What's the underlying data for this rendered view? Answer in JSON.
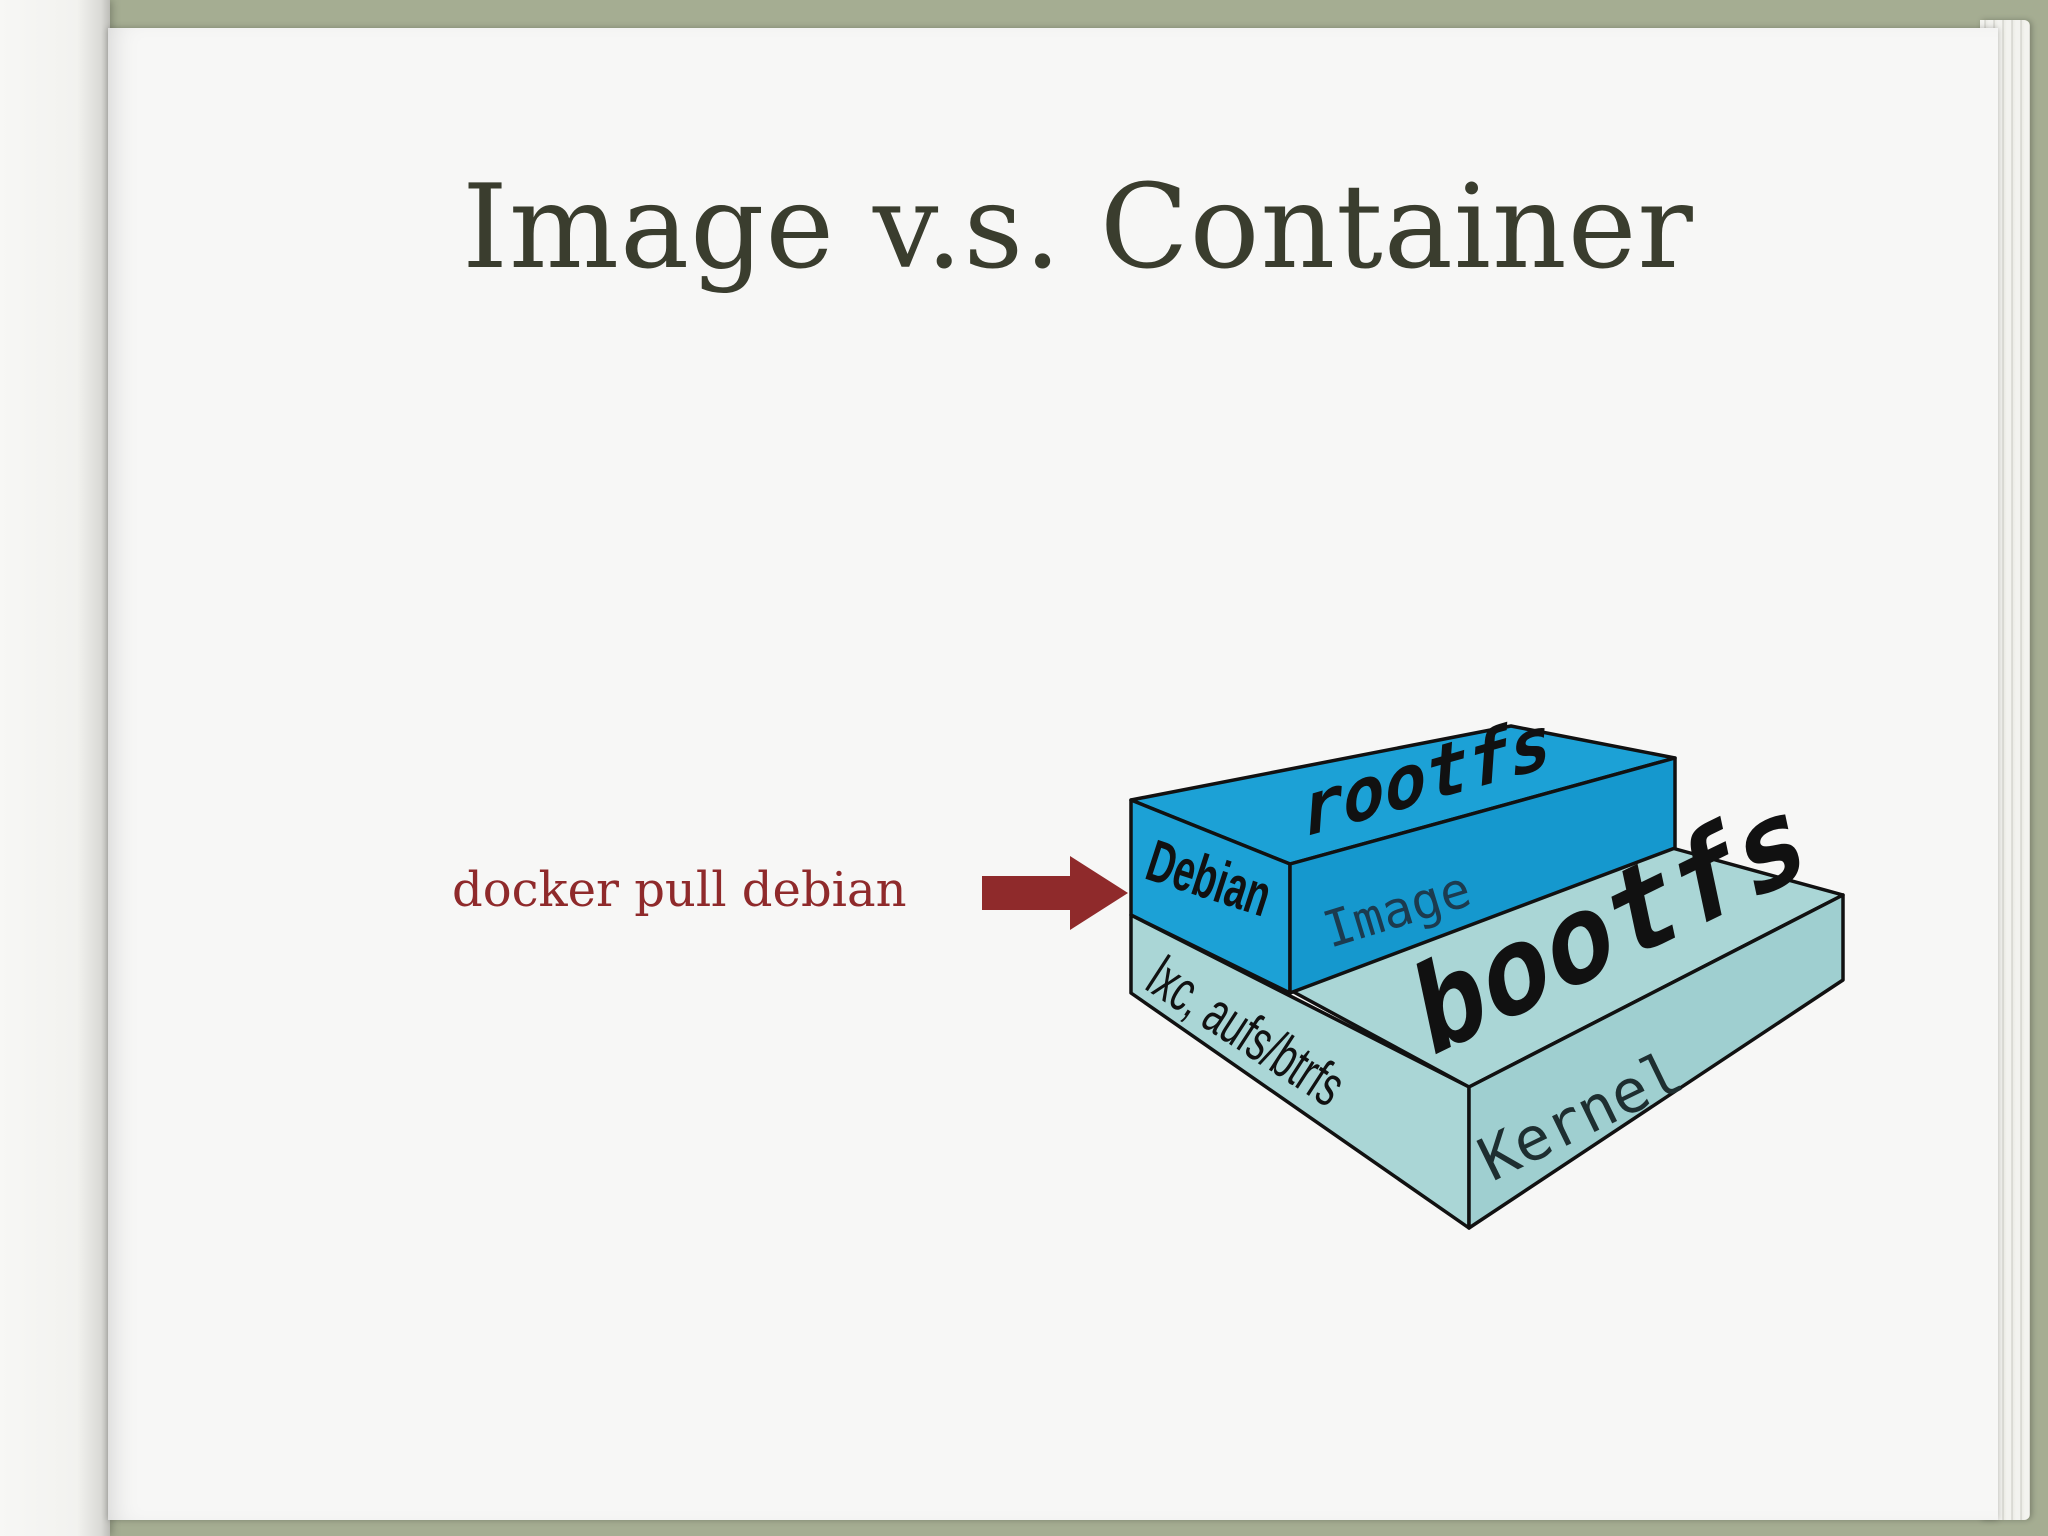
{
  "slide": {
    "title": "Image v.s. Container",
    "command": "docker pull debian"
  },
  "diagram": {
    "layers": [
      {
        "top_label": "rootfs",
        "side_label": "Debian",
        "front_label": "Image",
        "color": "#1ca1d6"
      },
      {
        "top_label": "bootfs",
        "side_label": "lxc, aufs/btrfs",
        "front_label": "Kernel",
        "color": "#aad6d6"
      }
    ],
    "arrow_color": "#8f2a2b"
  }
}
